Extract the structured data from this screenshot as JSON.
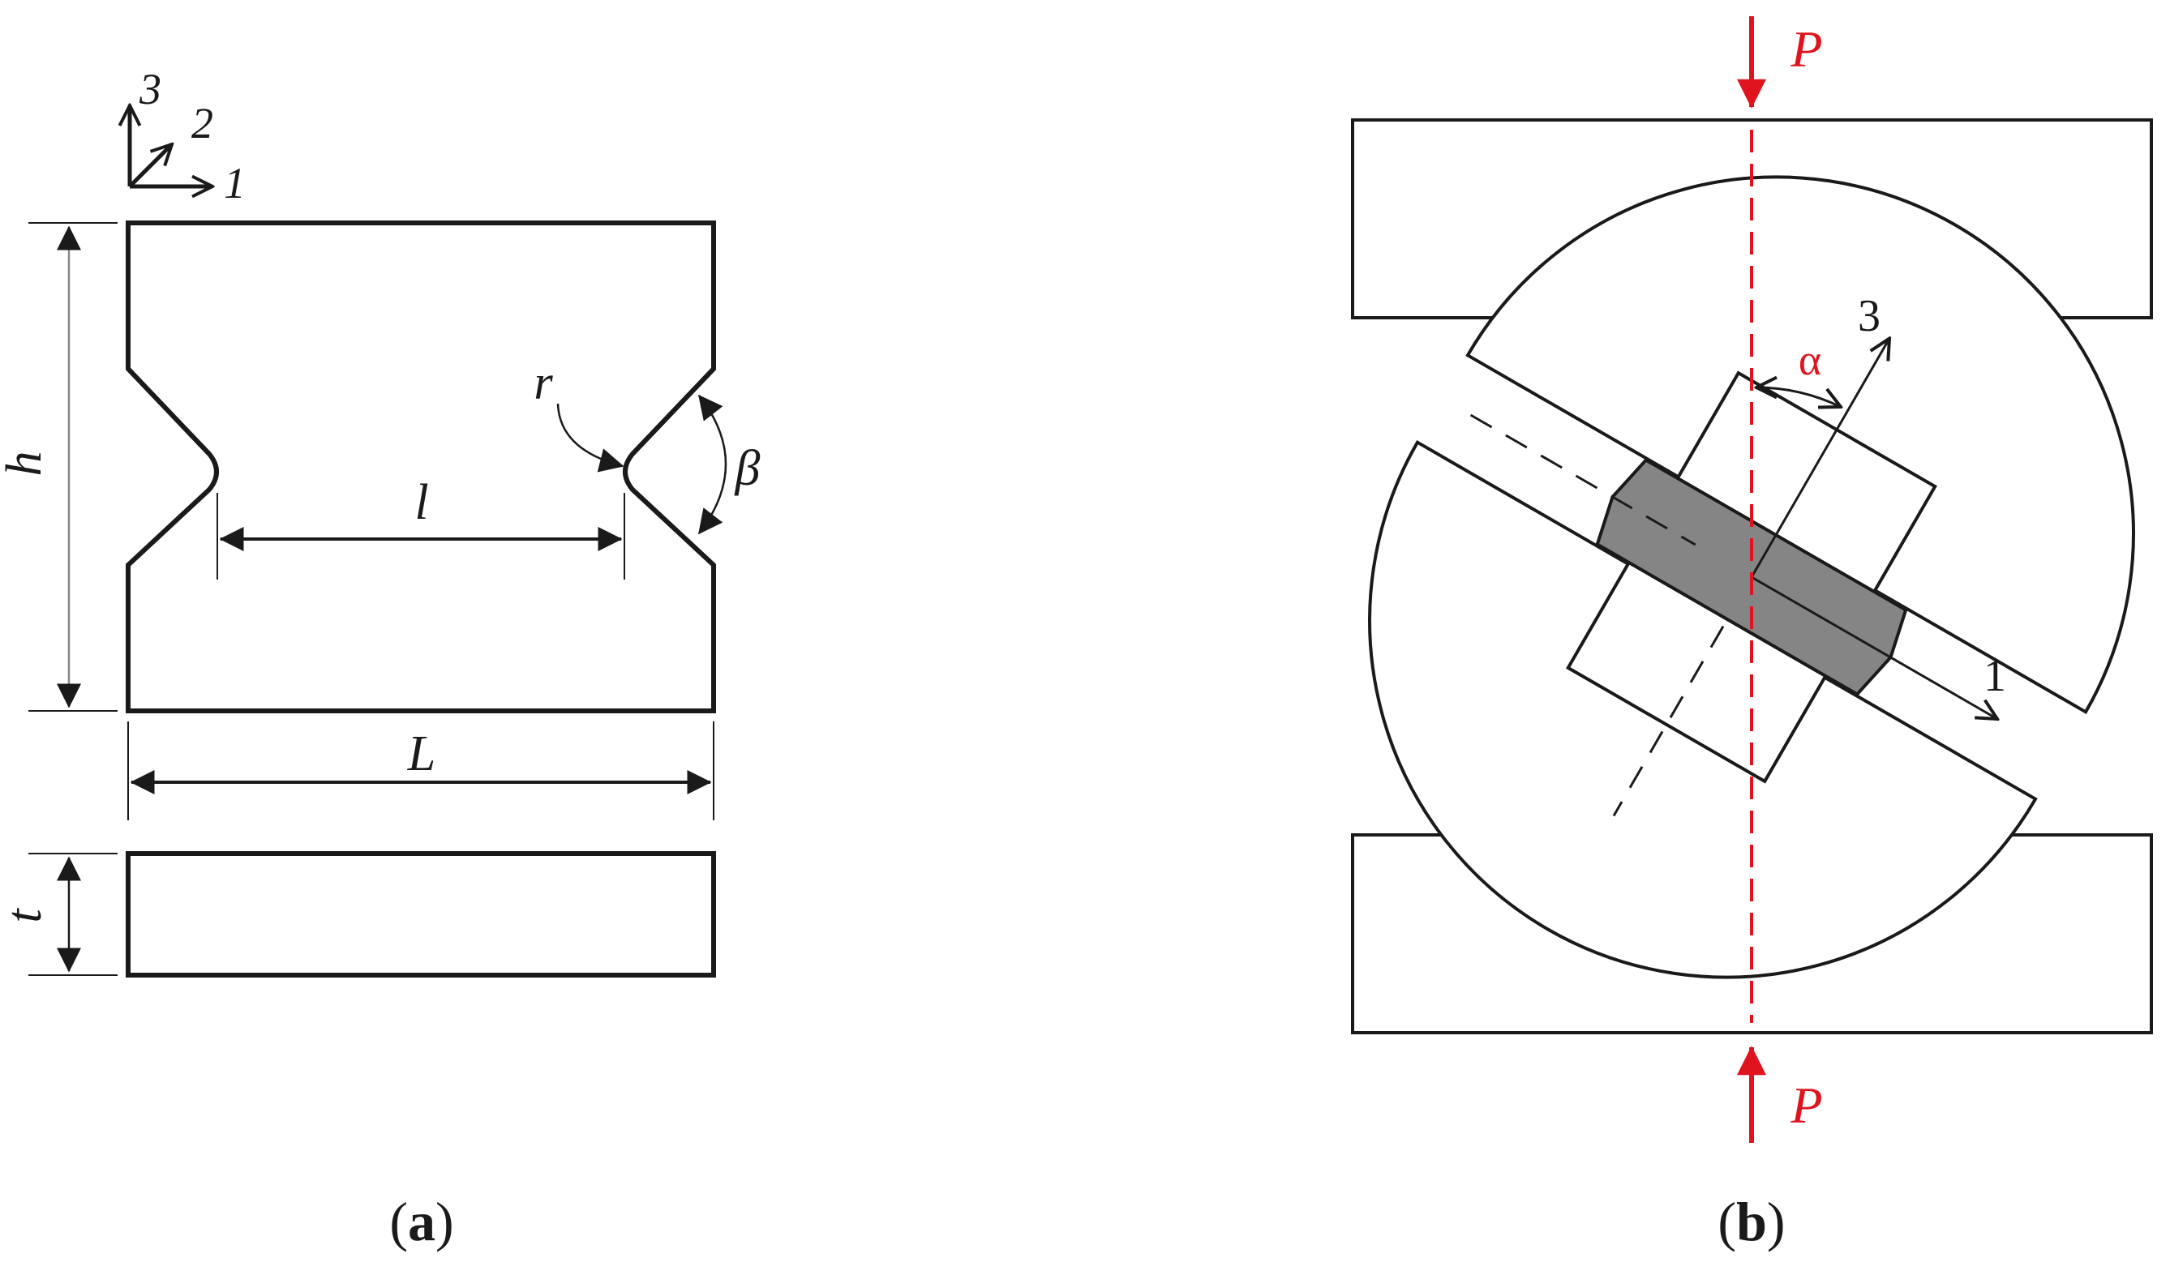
{
  "panel_a": {
    "axes": {
      "axis_3": "3",
      "axis_2": "2",
      "axis_1": "1"
    },
    "dimensions": {
      "height": "h",
      "length": "L",
      "ligament": "l",
      "thickness": "t",
      "radius": "r",
      "angle": "β"
    },
    "caption": {
      "open": "(",
      "letter": "a",
      "close": ")"
    }
  },
  "panel_b": {
    "load_top": "P",
    "load_bottom": "P",
    "angle": "α",
    "axis_3": "3",
    "axis_1": "1",
    "caption": {
      "open": "(",
      "letter": "b",
      "close": ")"
    }
  },
  "colors": {
    "line": "#1a1a1a",
    "load": "#e0141e",
    "specimen_fill": "#858585"
  }
}
